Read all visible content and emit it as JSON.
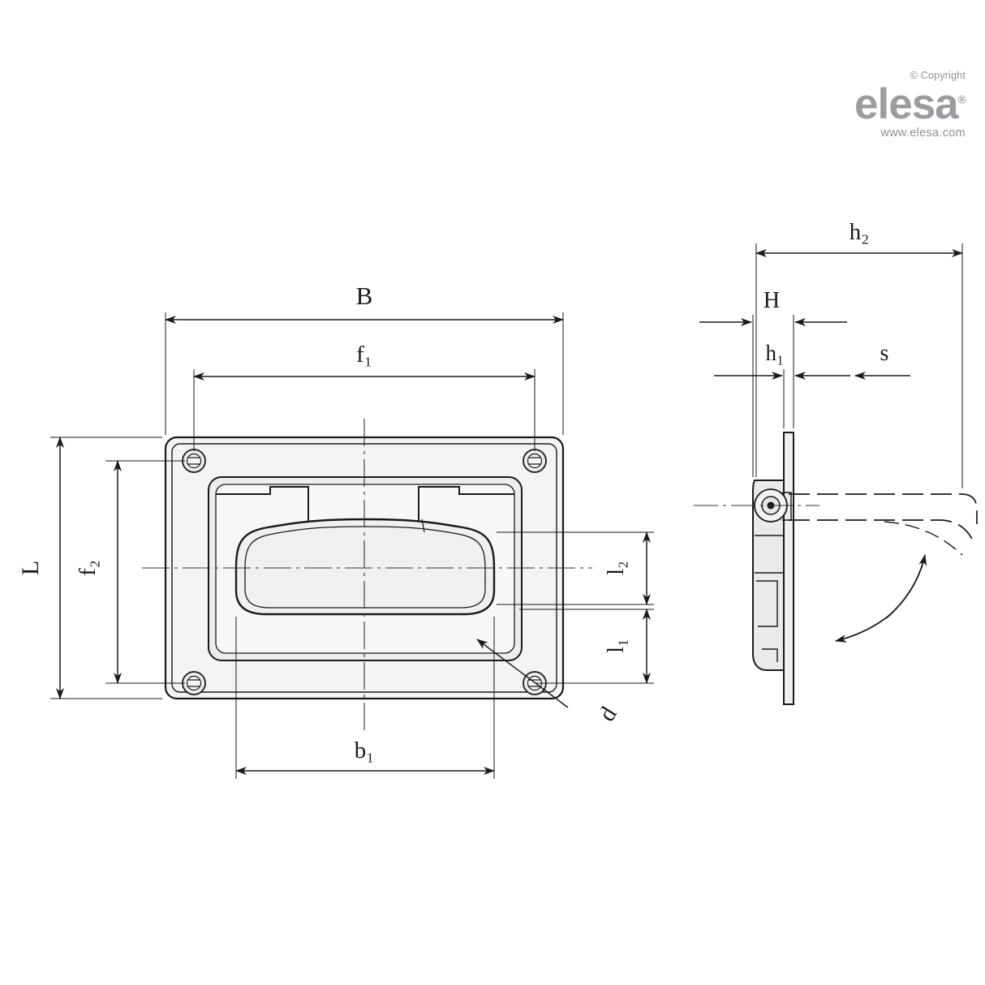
{
  "drawing": {
    "title": "Recessed folding handle technical drawing",
    "watermark": {
      "copyright": "© Copyright",
      "brand": "elesa",
      "registered": "®",
      "url": "www.elesa.com"
    },
    "views": {
      "front": {
        "name": "front-view",
        "dimension_labels": [
          {
            "key": "B",
            "text": "B",
            "orientation": "horizontal"
          },
          {
            "key": "f1",
            "text": "f₁",
            "orientation": "horizontal"
          },
          {
            "key": "b1",
            "text": "b₁",
            "orientation": "horizontal"
          },
          {
            "key": "L",
            "text": "L",
            "orientation": "vertical"
          },
          {
            "key": "f2",
            "text": "f₂",
            "orientation": "vertical"
          },
          {
            "key": "l1",
            "text": "l₁",
            "orientation": "vertical"
          },
          {
            "key": "l2",
            "text": "l₂",
            "orientation": "vertical"
          },
          {
            "key": "d",
            "text": "d",
            "orientation": "leader"
          }
        ]
      },
      "side": {
        "name": "side-view",
        "dimension_labels": [
          {
            "key": "h2",
            "text": "h₂",
            "orientation": "horizontal"
          },
          {
            "key": "H",
            "text": "H",
            "orientation": "horizontal"
          },
          {
            "key": "h1",
            "text": "h₁",
            "orientation": "horizontal"
          },
          {
            "key": "s",
            "text": "s",
            "orientation": "horizontal"
          }
        ],
        "motion_note": "swing arrows indicating handle rotation"
      }
    },
    "colors": {
      "line": "#1a1a1a",
      "fill_light": "#f2f2f2",
      "fill_mid": "#e3e3e3",
      "centerline": "#333333",
      "watermark": "#9a9c9f"
    }
  }
}
